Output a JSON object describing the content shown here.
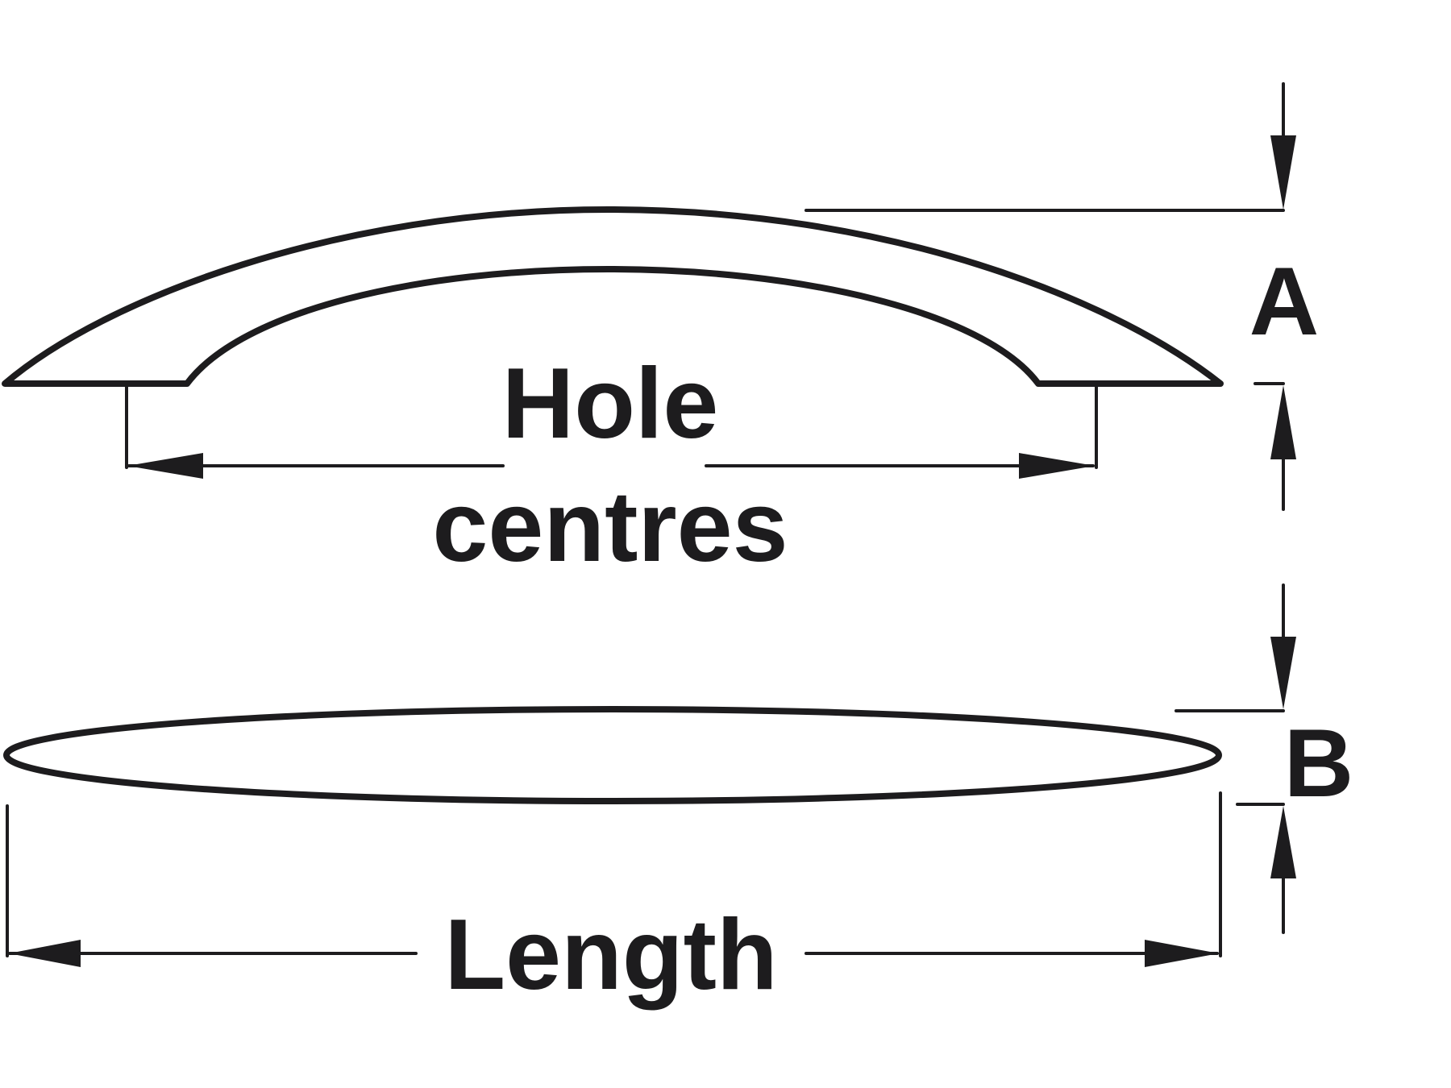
{
  "diagram": {
    "type": "technical-drawing",
    "subject": "bow cabinet handle dimensions",
    "labels": {
      "hole_centres_line1": "Hole",
      "hole_centres_line2": "centres",
      "height_dim": "A",
      "depth_dim": "B",
      "length": "Length"
    },
    "colors": {
      "ink": "#1d1c1e",
      "background": "#ffffff"
    }
  }
}
